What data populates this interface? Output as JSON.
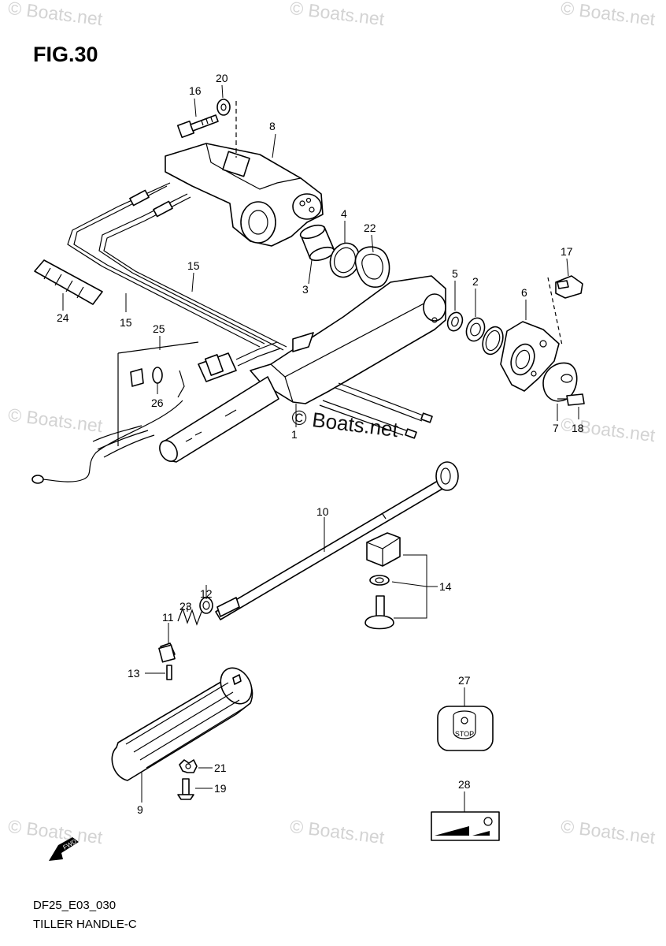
{
  "figure": {
    "title": "FIG.30",
    "code": "DF25_E03_030",
    "name": "TILLER HANDLE-C"
  },
  "watermark": {
    "text": "© Boats.net",
    "center_text": "© Boats.net"
  },
  "callouts": {
    "c1": "1",
    "c2": "2",
    "c3": "3",
    "c4": "4",
    "c5": "5",
    "c6": "6",
    "c7": "7",
    "c8": "8",
    "c9": "9",
    "c10": "10",
    "c11": "11",
    "c12": "12",
    "c13": "13",
    "c14": "14",
    "c15a": "15",
    "c15b": "15",
    "c16": "16",
    "c17": "17",
    "c18": "18",
    "c19": "19",
    "c20": "20",
    "c21": "21",
    "c22": "22",
    "c23": "23",
    "c24": "24",
    "c25": "25",
    "c26": "26",
    "c27": "27",
    "c28": "28"
  },
  "labels": {
    "stop_switch": "STOP",
    "fwd_arrow": "FWD"
  }
}
